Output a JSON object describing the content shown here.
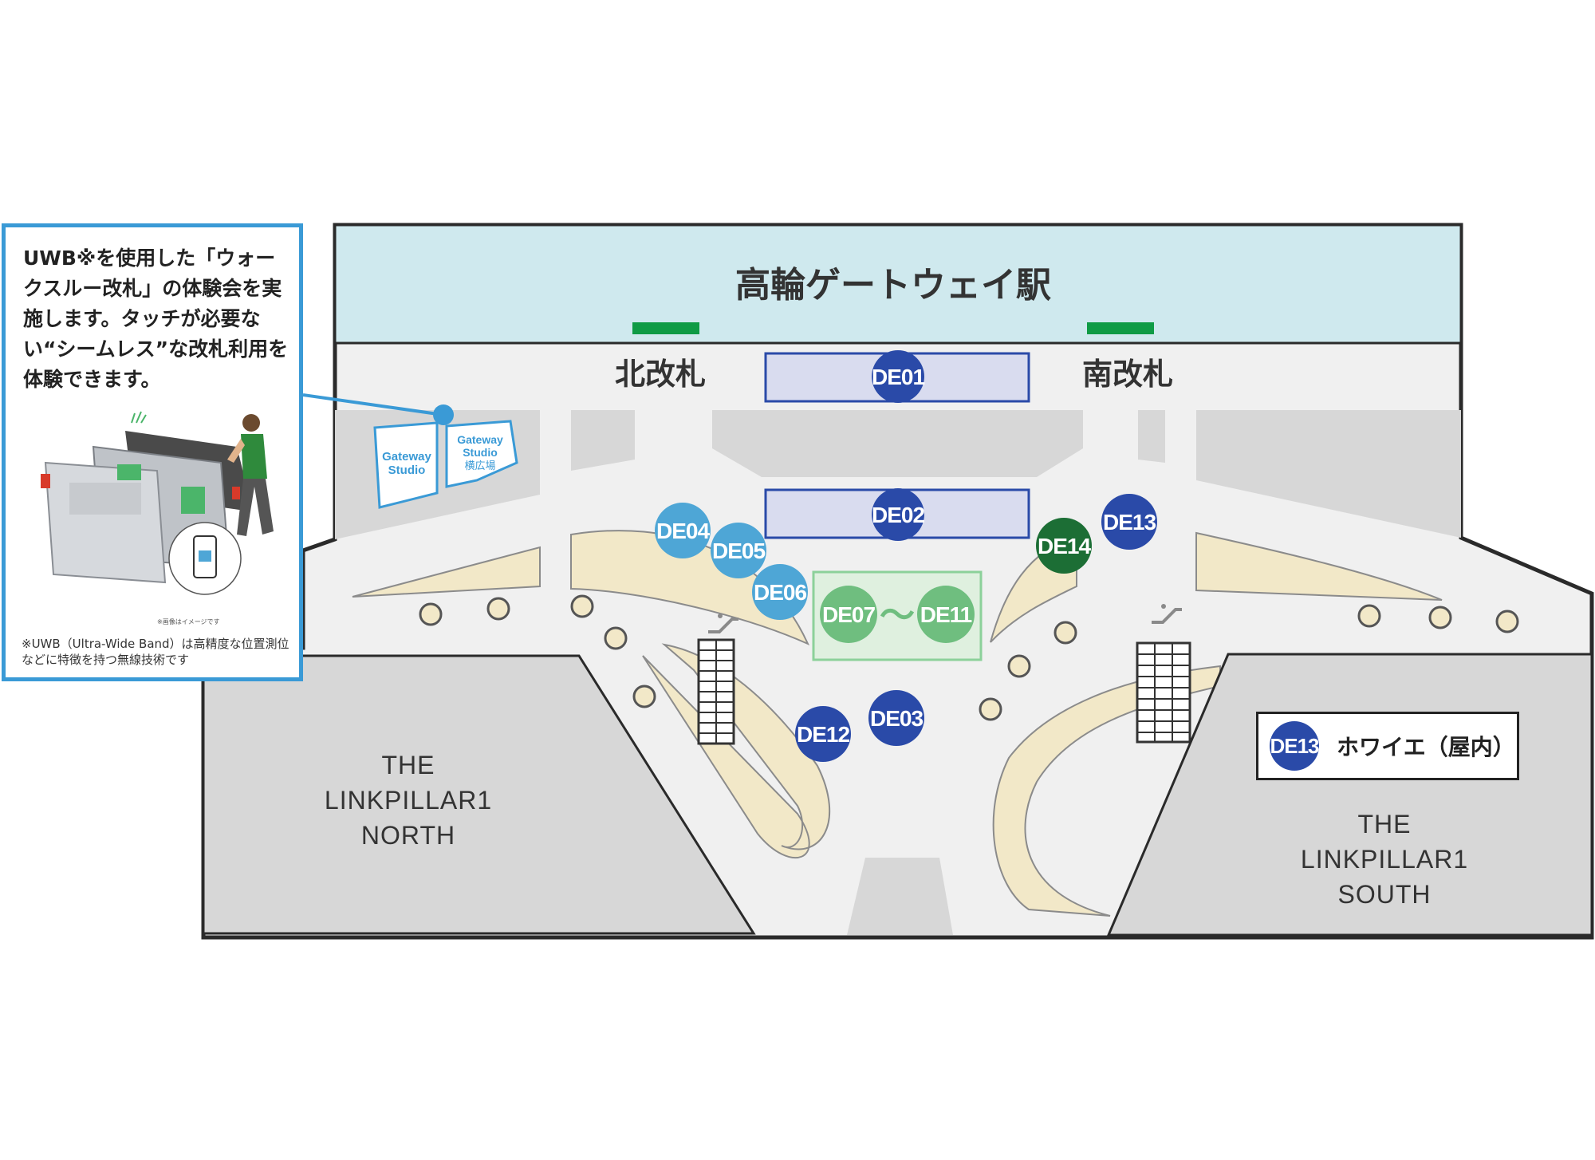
{
  "map": {
    "station_name": "高輪ゲートウェイ駅",
    "north_gate": "北改札",
    "south_gate": "南改札",
    "gateway_studio": "Gateway Studio",
    "gateway_studio_side": [
      "Gateway",
      "Studio",
      "横広場"
    ],
    "north_building": [
      "THE",
      "LINKPILLAR1",
      "NORTH"
    ],
    "south_building": [
      "THE",
      "LINKPILLAR1",
      "SOUTH"
    ],
    "spots": {
      "de01": "DE01",
      "de02": "DE02",
      "de03": "DE03",
      "de04": "DE04",
      "de05": "DE05",
      "de06": "DE06",
      "de07": "DE07",
      "de11": "DE11",
      "de12": "DE12",
      "de13": "DE13",
      "de14": "DE14"
    },
    "range_mark": "〜",
    "colors": {
      "station_band": "#cfe9ee",
      "gate_green": "#0f9b45",
      "floor": "#f0f0f0",
      "block": "#d7d7d7",
      "path": "#f2e8c8",
      "spot_dark_blue": "#2a4aa8",
      "spot_light_blue": "#4ea6d6",
      "spot_light_green": "#6fbe7f",
      "spot_dark_green": "#1c6e35",
      "info_border": "#3a9ad6"
    }
  },
  "info": {
    "text": "UWB※を使用した「ウォークスルー改札」の体験会を実施します。タッチが必要ない“シームレス”な改札利用を体験できます。",
    "image_note": "※画像はイメージです",
    "footnote": "※UWB（Ultra-Wide Band）は高精度な位置測位などに特徴を持つ無線技術です"
  },
  "legend": {
    "badge": "DE13",
    "label": "ホワイエ（屋内）"
  }
}
